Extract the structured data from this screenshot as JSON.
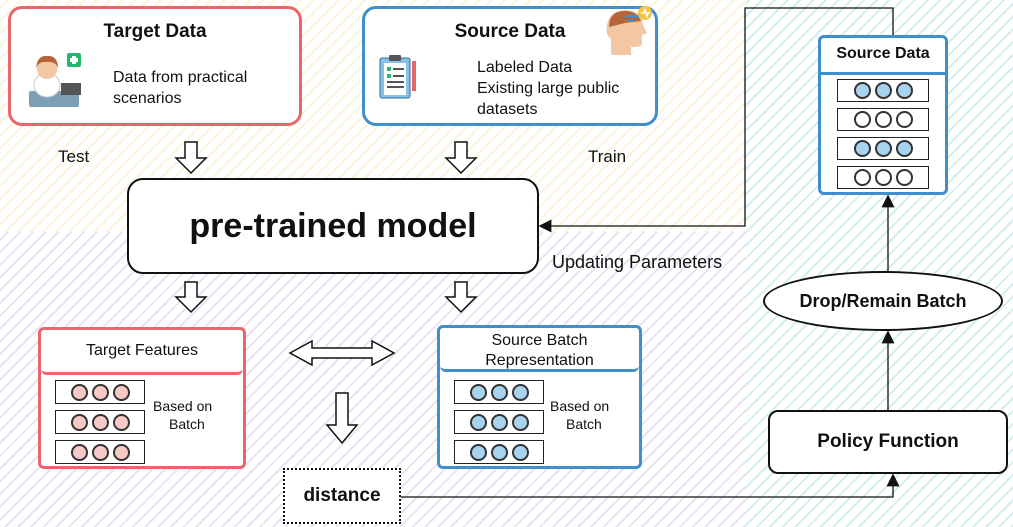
{
  "target_data": {
    "title": "Target Data",
    "desc_line1": "Data from practical",
    "desc_line2": "scenarios"
  },
  "source_data_top": {
    "title": "Source Data",
    "line1": "Labeled Data",
    "line2": "Existing large public",
    "line3": "datasets"
  },
  "labels": {
    "test": "Test",
    "train": "Train",
    "updating": "Updating Parameters"
  },
  "model": {
    "label": "pre-trained model"
  },
  "target_features": {
    "title": "Target Features",
    "based_line1": "Based on",
    "based_line2": "Batch"
  },
  "source_batch": {
    "title_line1": "Source Batch",
    "title_line2": "Representation",
    "based_line1": "Based on",
    "based_line2": "Batch"
  },
  "distance": {
    "label": "distance"
  },
  "right_panel": {
    "source_title": "Source Data",
    "drop_remain": "Drop/Remain Batch",
    "policy": "Policy Function",
    "rows_filled": [
      true,
      false,
      true,
      false
    ]
  },
  "colors": {
    "red": "#e8666b",
    "blue": "#3f8fcc",
    "pink_fill": "#f6c9c7",
    "blue_fill": "#a8d3ee"
  },
  "icons": [
    "doctor-icon",
    "medical-chart-icon",
    "brain-head-icon"
  ]
}
